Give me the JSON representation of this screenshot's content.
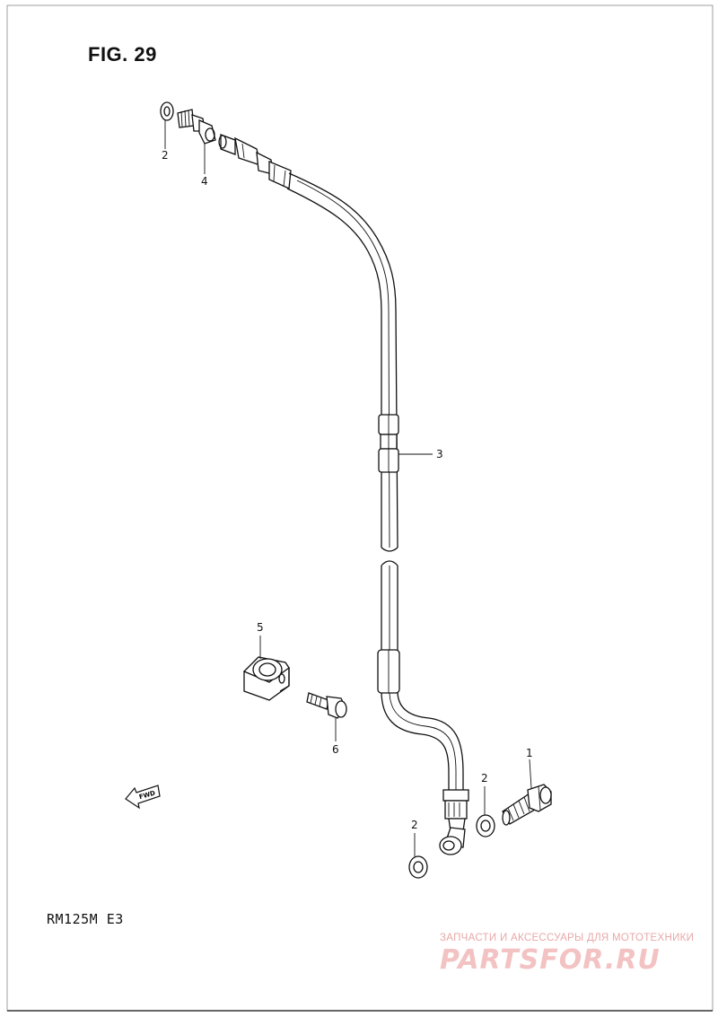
{
  "figure": {
    "title": "FIG. 29",
    "model": "RM125M E3"
  },
  "callouts": {
    "c1": "1",
    "c2a": "2",
    "c2b": "2",
    "c2c": "2",
    "c3": "3",
    "c4": "4",
    "c5": "5",
    "c6": "6"
  },
  "direction": {
    "label": "FWD",
    "icon": "fwd-arrow-icon"
  },
  "watermark": {
    "tagline": "ЗАПЧАСТИ И АКСЕССУАРЫ ДЛЯ МОТОТЕХНИКИ",
    "logo": "PARTSFOR.RU"
  }
}
